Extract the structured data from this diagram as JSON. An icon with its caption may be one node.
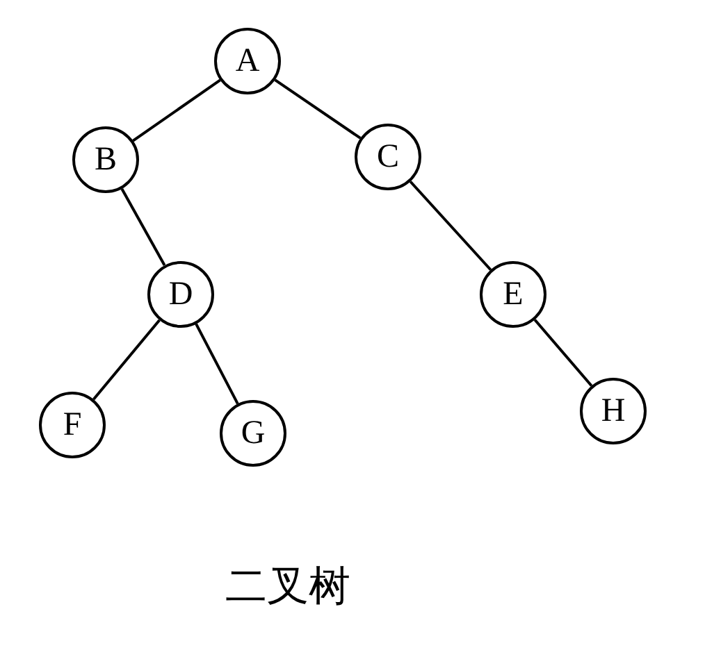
{
  "diagram": {
    "caption": "二叉树",
    "nodes": [
      {
        "text": [
          "A"
        ]
      },
      {
        "text": [
          "B"
        ]
      },
      {
        "text": [
          "C"
        ]
      },
      {
        "text": [
          "D"
        ]
      },
      {
        "text": [
          "E"
        ]
      },
      {
        "text": [
          "F"
        ]
      },
      {
        "text": [
          "G"
        ]
      },
      {
        "text": [
          "H"
        ]
      }
    ],
    "edges": [
      {
        "from": 0,
        "to": 1,
        "arrow": "none"
      },
      {
        "from": 0,
        "to": 2,
        "arrow": "none"
      },
      {
        "from": 1,
        "to": 3,
        "arrow": "none"
      },
      {
        "from": 2,
        "to": 4,
        "arrow": "none"
      },
      {
        "from": 3,
        "to": 5,
        "arrow": "none"
      },
      {
        "from": 3,
        "to": 6,
        "arrow": "none"
      },
      {
        "from": 4,
        "to": 7,
        "arrow": "none"
      }
    ]
  }
}
